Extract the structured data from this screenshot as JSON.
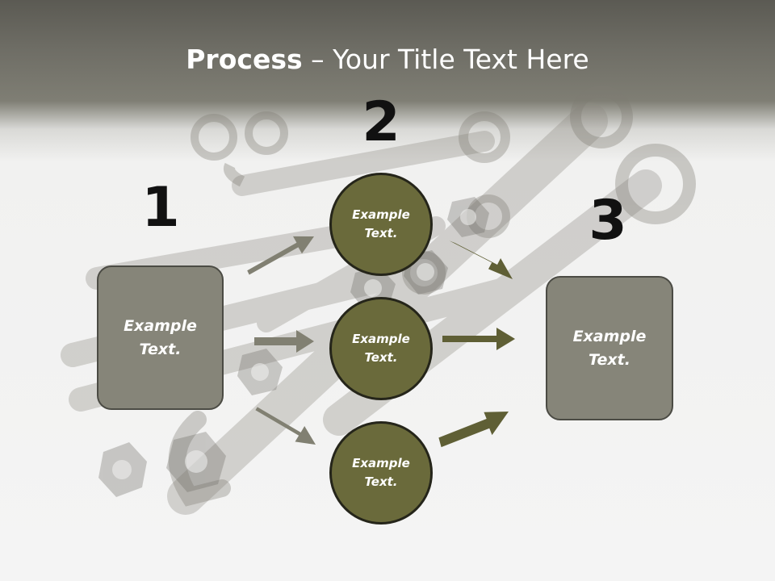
{
  "slide": {
    "title_bold": "Process",
    "title_rest": " – Your Title Text Here",
    "steps": [
      {
        "number": "1",
        "box_line1": "Example",
        "box_line2": "Text."
      },
      {
        "number": "2"
      },
      {
        "number": "3",
        "box_line1": "Example",
        "box_line2": "Text."
      }
    ],
    "circles": [
      {
        "line1": "Example",
        "line2": "Text."
      },
      {
        "line1": "Example",
        "line2": "Text."
      },
      {
        "line1": "Example",
        "line2": "Text."
      }
    ]
  },
  "colors": {
    "box_fill": "#868579",
    "circle_fill": "#6a6a3b",
    "arrow_left": "#818072",
    "arrow_right": "#5f5f35"
  }
}
